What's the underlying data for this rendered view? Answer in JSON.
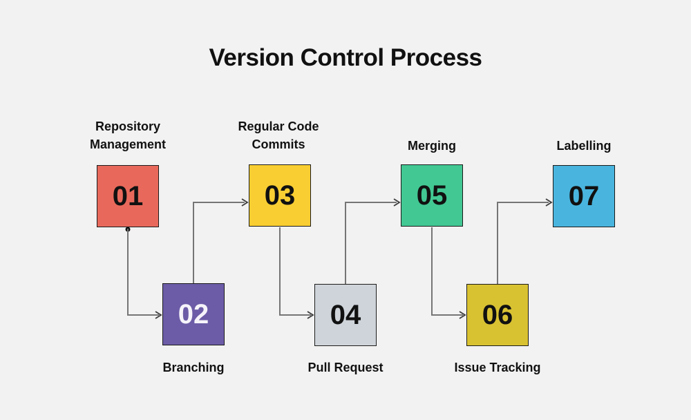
{
  "title": "Version Control Process",
  "steps": [
    {
      "number": "01",
      "label": "Repository Management",
      "label_position": "above",
      "color": "#E8695B",
      "number_color": "#111111"
    },
    {
      "number": "02",
      "label": "Branching",
      "label_position": "below",
      "color": "#6C5CA7",
      "number_color": "#F6F4FA"
    },
    {
      "number": "03",
      "label": "Regular Code Commits",
      "label_position": "above",
      "color": "#F9CE32",
      "number_color": "#111111"
    },
    {
      "number": "04",
      "label": "Pull Request",
      "label_position": "below",
      "color": "#CED4DA",
      "number_color": "#111111"
    },
    {
      "number": "05",
      "label": "Merging",
      "label_position": "above",
      "color": "#42C893",
      "number_color": "#111111"
    },
    {
      "number": "06",
      "label": "Issue Tracking",
      "label_position": "below",
      "color": "#D9C232",
      "number_color": "#111111"
    },
    {
      "number": "07",
      "label": "Labelling",
      "label_position": "above",
      "color": "#49B5DE",
      "number_color": "#111111"
    }
  ],
  "connections": [
    {
      "from": "01",
      "to": "02"
    },
    {
      "from": "02",
      "to": "03"
    },
    {
      "from": "03",
      "to": "04"
    },
    {
      "from": "04",
      "to": "05"
    },
    {
      "from": "05",
      "to": "06"
    },
    {
      "from": "06",
      "to": "07"
    }
  ],
  "colors": {
    "background": "#F2F2F2",
    "connector": "#757575",
    "box_border": "#1A1A1A",
    "text": "#111111"
  }
}
